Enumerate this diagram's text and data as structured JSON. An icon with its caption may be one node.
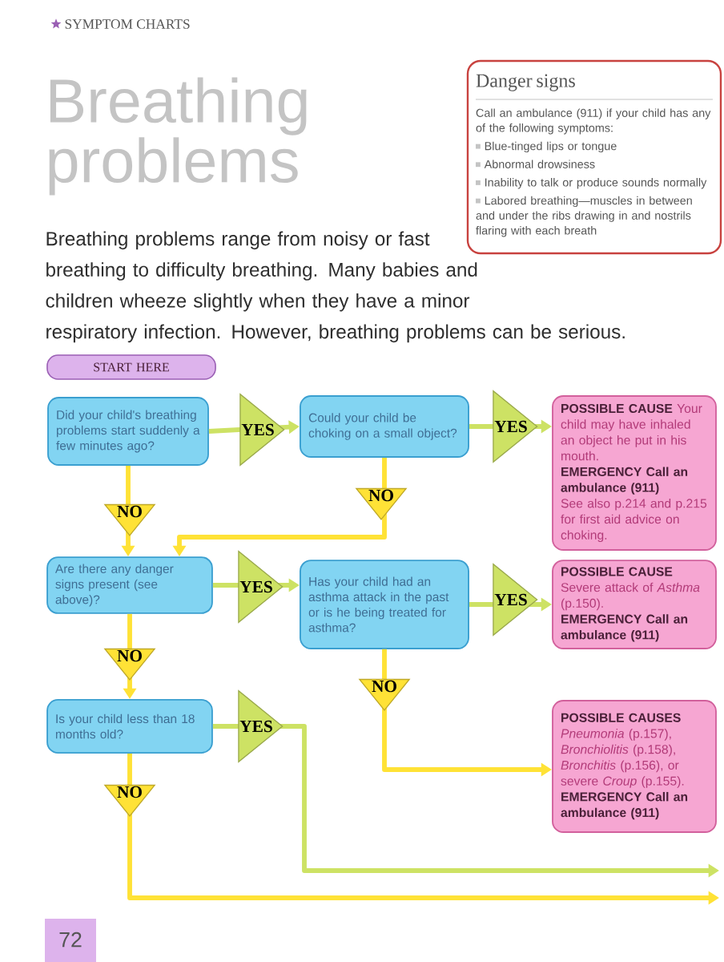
{
  "diagram": {
    "title": "Breathing problems",
    "nodes": [
      {
        "text": [
          "Danger signs",
          "Call an ambulance (911) if your child has any of the following symptoms:",
          "Blue-tinged lips or tongue",
          "Abnormal drowsiness",
          "Inability to talk or produce sounds normally",
          "Labored breathing—muscles in between and under the ribs drawing in and nostrils flaring with each breath"
        ]
      },
      {
        "text": [
          "START HERE"
        ]
      },
      {
        "text": [
          "Did your child's breathing problems start suddenly a few minutes ago?"
        ]
      },
      {
        "text": [
          "Could your child be choking on a small object?"
        ]
      },
      {
        "text": [
          "POSSIBLE CAUSE",
          "Your child may have inhaled an object he put in his mouth.",
          "EMERGENCY Call an ambulance (911)",
          "See also p.214 and p.215 for first aid advice on choking."
        ]
      },
      {
        "text": [
          "Are there any danger signs present (see above)?"
        ]
      },
      {
        "text": [
          "Has your child had an asthma attack in the past or is he being treated for asthma?"
        ]
      },
      {
        "text": [
          "POSSIBLE CAUSE",
          "Severe attack of *Asthma* (p.150).",
          "EMERGENCY Call an ambulance (911)"
        ]
      },
      {
        "text": [
          "Is your child less than 18 months old?"
        ]
      },
      {
        "text": [
          "POSSIBLE CAUSES",
          "*Pneumonia* (p.157), *Bronchiolitis* (p.158), *Bronchitis* (p.156), or severe *Croup* (p.155).",
          "EMERGENCY Call an ambulance (911)"
        ]
      }
    ],
    "edges": [
      {
        "from": 2,
        "to": 3,
        "arrow": "to",
        "label": "YES",
        "color": "#cde264"
      },
      {
        "from": 3,
        "to": 4,
        "arrow": "to",
        "label": "YES",
        "color": "#cde264"
      },
      {
        "from": 2,
        "to": 5,
        "arrow": "to",
        "label": "NO",
        "color": "#ffe236"
      },
      {
        "from": 3,
        "to": 5,
        "arrow": "to",
        "label": "NO",
        "color": "#ffe236"
      },
      {
        "from": 5,
        "to": 6,
        "arrow": "to",
        "label": "YES",
        "color": "#cde264"
      },
      {
        "from": 6,
        "to": 7,
        "arrow": "to",
        "label": "YES",
        "color": "#cde264"
      },
      {
        "from": 5,
        "to": 8,
        "arrow": "to",
        "label": "NO",
        "color": "#ffe236"
      },
      {
        "from": 6,
        "to": 9,
        "arrow": "to",
        "label": "NO",
        "color": "#ffe236"
      },
      {
        "from": 8,
        "to": null,
        "arrow": "to",
        "label": "YES",
        "color": "#cde264"
      },
      {
        "from": 8,
        "to": null,
        "arrow": "to",
        "label": "NO",
        "color": "#ffe236"
      }
    ],
    "labels": [
      "SYMPTOM CHARTS",
      "Breathing problems range from noisy or fast breathing to difficulty breathing. Many babies and children wheeze slightly when they have a minor respiratory infection. However, breathing problems can be serious.",
      "72"
    ]
  }
}
